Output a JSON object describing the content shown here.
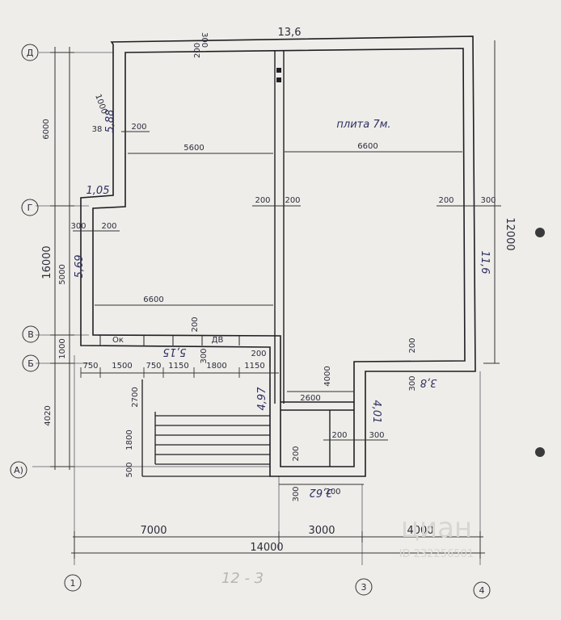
{
  "plan": {
    "overall_width": "13,6",
    "plate_note": "плита 7м.",
    "bottom_note": "12 - 3",
    "axes": {
      "d": "Д",
      "g": "Г",
      "v": "В",
      "b": "Б",
      "a": "А",
      "a1": "А)",
      "n1": "1",
      "n3": "3",
      "n4": "4"
    },
    "dims_left": [
      "6000",
      "16000",
      "5000",
      "1000",
      "4020",
      "1000",
      "5,88",
      "38",
      "5,69",
      "1,05",
      "300",
      "200"
    ],
    "dims_top": [
      "300",
      "200",
      "200"
    ],
    "dims_interior": [
      "5600",
      "6600",
      "6600",
      "200",
      "200",
      "200",
      "300",
      "200",
      "300",
      "200",
      "200",
      "200",
      "300",
      "2600",
      "4000",
      "200",
      "300",
      "200",
      "300",
      "200",
      "Ок",
      "ДВ",
      "2700",
      "1800",
      "500"
    ],
    "dims_right": [
      "12000",
      "11,6",
      "3,8",
      "4,01",
      "4,97",
      "3,62",
      "5,15"
    ],
    "dims_openings": [
      "750",
      "1500",
      "750",
      "1150",
      "1800",
      "1150"
    ],
    "dims_bottom": [
      "7000",
      "3000",
      "4000",
      "14000"
    ],
    "watermark": "циан",
    "watermark_id": "ID 232256501"
  }
}
